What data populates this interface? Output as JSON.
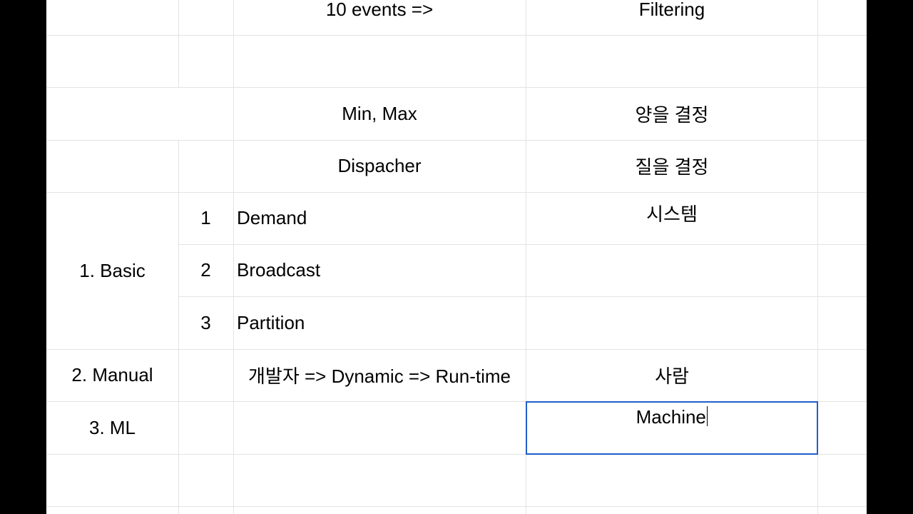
{
  "spreadsheet": {
    "rows": [
      {
        "a": "",
        "b": "",
        "c": "10 events =>",
        "d": "Filtering"
      },
      {
        "a": "",
        "b": "",
        "c": "",
        "d": ""
      },
      {
        "a": "",
        "b": "",
        "c": "Min, Max",
        "d": "양을 결정"
      },
      {
        "a": "",
        "b": "",
        "c": "Dispacher",
        "d": "질을 결정"
      },
      {
        "a": "",
        "b": "1",
        "c": "Demand",
        "d": "시스템"
      },
      {
        "a": "1. Basic",
        "b": "2",
        "c": "Broadcast",
        "d": ""
      },
      {
        "a": "",
        "b": "3",
        "c": "Partition",
        "d": ""
      },
      {
        "a": "2. Manual",
        "b": "",
        "c": "개발자 => Dynamic => Run-time",
        "d": "사람"
      },
      {
        "a": "3. ML",
        "b": "",
        "c": "",
        "d": "Machine"
      },
      {
        "a": "",
        "b": "",
        "c": "",
        "d": ""
      }
    ],
    "active_cell_value": "Machine"
  },
  "colors": {
    "grid": "#e2e3e3",
    "selection": "#1f5fc9",
    "background": "#000000"
  }
}
